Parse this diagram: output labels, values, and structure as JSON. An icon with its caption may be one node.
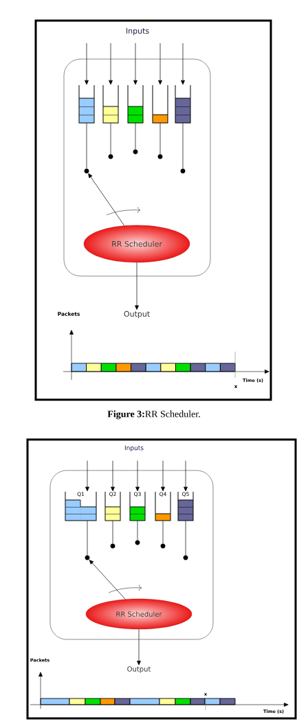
{
  "diagram": {
    "caption": "**Figure 3:**RR Scheduler.",
    "nodes": [
      {
        "text": [],
        "shape": "box"
      },
      {
        "text": [],
        "shape": "box",
        "in": 0
      },
      {
        "text": [],
        "shape": "box",
        "in": 0
      },
      {
        "text": [],
        "shape": "box",
        "in": 0
      },
      {
        "text": [],
        "shape": "box",
        "in": 0
      },
      {
        "text": [],
        "shape": "box",
        "in": 0
      },
      {
        "text": [],
        "shape": "circle",
        "in": 0
      },
      {
        "text": [],
        "shape": "circle",
        "in": 0
      },
      {
        "text": [],
        "shape": "circle",
        "in": 0
      },
      {
        "text": [],
        "shape": "circle",
        "in": 0
      },
      {
        "text": [],
        "shape": "circle",
        "in": 0
      },
      {
        "text": [
          "RR Scheduler"
        ],
        "in": 0
      },
      {
        "text": [
          "Output"
        ]
      },
      {
        "text": [],
        "shape": "box"
      },
      {
        "text": [
          "Q1"
        ],
        "in": 13
      },
      {
        "text": [
          "Q2"
        ],
        "in": 13
      },
      {
        "text": [
          "Q3"
        ],
        "in": 13
      },
      {
        "text": [
          "Q4"
        ],
        "in": 13
      },
      {
        "text": [
          "Q5"
        ],
        "in": 13
      },
      {
        "text": [],
        "shape": "circle",
        "in": 13
      },
      {
        "text": [],
        "shape": "circle",
        "in": 13
      },
      {
        "text": [],
        "shape": "circle",
        "in": 13
      },
      {
        "text": [],
        "shape": "circle",
        "in": 13
      },
      {
        "text": [],
        "shape": "circle",
        "in": 13
      },
      {
        "text": [
          "RR Scheduler"
        ],
        "in": 13
      },
      {
        "text": [
          "Output"
        ]
      }
    ],
    "edges": [
      {
        "from": null,
        "to": 1,
        "arrow": "to"
      },
      {
        "from": null,
        "to": 2,
        "arrow": "to"
      },
      {
        "from": null,
        "to": 3,
        "arrow": "to"
      },
      {
        "from": null,
        "to": 4,
        "arrow": "to"
      },
      {
        "from": null,
        "to": 5,
        "arrow": "to"
      },
      {
        "from": 1,
        "to": 6,
        "arrow": "none"
      },
      {
        "from": 2,
        "to": 7,
        "arrow": "none"
      },
      {
        "from": 3,
        "to": 8,
        "arrow": "none"
      },
      {
        "from": 4,
        "to": 9,
        "arrow": "none"
      },
      {
        "from": 5,
        "to": 10,
        "arrow": "none"
      },
      {
        "from": 11,
        "to": 6,
        "arrow": "to"
      },
      {
        "from": 11,
        "to": 12,
        "arrow": "to"
      },
      {
        "from": null,
        "to": 14,
        "arrow": "to"
      },
      {
        "from": null,
        "to": 15,
        "arrow": "to"
      },
      {
        "from": null,
        "to": 16,
        "arrow": "to"
      },
      {
        "from": null,
        "to": 17,
        "arrow": "to"
      },
      {
        "from": null,
        "to": 18,
        "arrow": "to"
      },
      {
        "from": 14,
        "to": 19,
        "arrow": "none"
      },
      {
        "from": 15,
        "to": 20,
        "arrow": "none"
      },
      {
        "from": 16,
        "to": 21,
        "arrow": "none"
      },
      {
        "from": 17,
        "to": 22,
        "arrow": "none"
      },
      {
        "from": 18,
        "to": 23,
        "arrow": "none"
      },
      {
        "from": 24,
        "to": 19,
        "arrow": "to"
      },
      {
        "from": 24,
        "to": 25,
        "arrow": "to"
      }
    ],
    "labels": [
      "Inputs",
      "Packets",
      "Time (s)",
      "x",
      "Inputs",
      "Packets",
      "Time (s)",
      "x"
    ]
  }
}
